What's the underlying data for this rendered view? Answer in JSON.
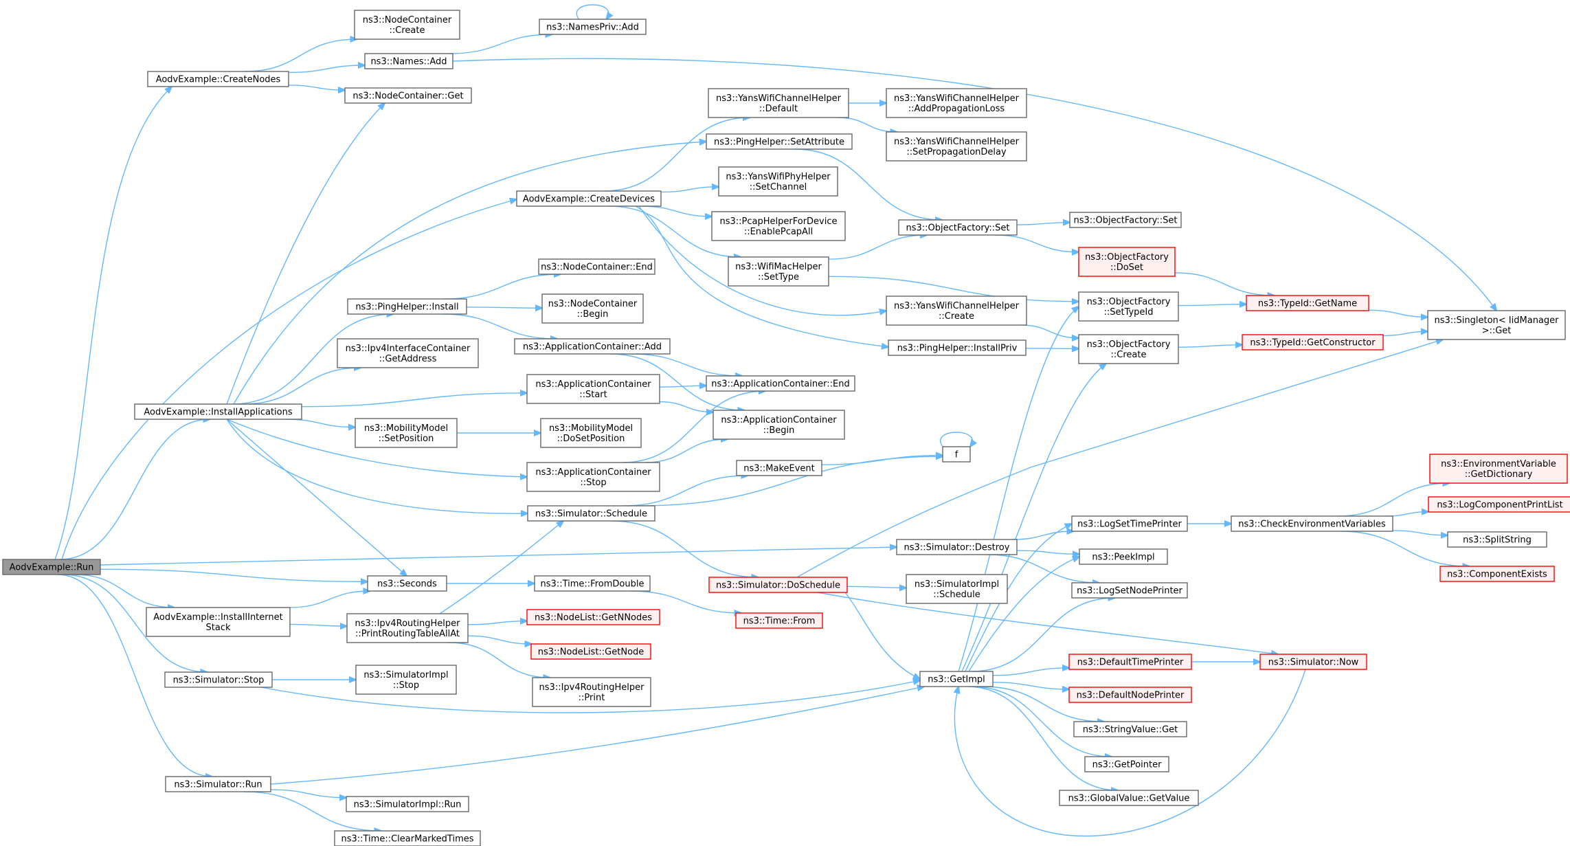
{
  "nodes": [
    {
      "id": "run",
      "lines": [
        "AodvExample::Run"
      ],
      "kind": "root"
    },
    {
      "id": "createNodes",
      "lines": [
        "AodvExample::CreateNodes"
      ]
    },
    {
      "id": "ncCreate",
      "lines": [
        "ns3::NodeContainer",
        "::Create"
      ]
    },
    {
      "id": "namesPriv",
      "lines": [
        "ns3::NamesPriv::Add"
      ]
    },
    {
      "id": "namesAdd",
      "lines": [
        "ns3::Names::Add"
      ]
    },
    {
      "id": "ncGet",
      "lines": [
        "ns3::NodeContainer::Get"
      ]
    },
    {
      "id": "ywchDefault",
      "lines": [
        "ns3::YansWifiChannelHelper",
        "::Default"
      ]
    },
    {
      "id": "ywchAddProp",
      "lines": [
        "ns3::YansWifiChannelHelper",
        "::AddPropagationLoss"
      ]
    },
    {
      "id": "ywchSetProp",
      "lines": [
        "ns3::YansWifiChannelHelper",
        "::SetPropagationDelay"
      ]
    },
    {
      "id": "pingSetAttr",
      "lines": [
        "ns3::PingHelper::SetAttribute"
      ]
    },
    {
      "id": "createDevices",
      "lines": [
        "AodvExample::CreateDevices"
      ]
    },
    {
      "id": "ywphSetChan",
      "lines": [
        "ns3::YansWifiPhyHelper",
        "::SetChannel"
      ]
    },
    {
      "id": "pcapEnable",
      "lines": [
        "ns3::PcapHelperForDevice",
        "::EnablePcapAll"
      ]
    },
    {
      "id": "wifiMacSetType",
      "lines": [
        "ns3::WifiMacHelper",
        "::SetType"
      ]
    },
    {
      "id": "ofSet",
      "lines": [
        "ns3::ObjectFactory::Set"
      ]
    },
    {
      "id": "ofSet2",
      "lines": [
        "ns3::ObjectFactory::Set"
      ]
    },
    {
      "id": "ofDoSet",
      "lines": [
        "ns3::ObjectFactory",
        "::DoSet"
      ],
      "kind": "ext"
    },
    {
      "id": "ncEnd",
      "lines": [
        "ns3::NodeContainer::End"
      ]
    },
    {
      "id": "ncBegin",
      "lines": [
        "ns3::NodeContainer",
        "::Begin"
      ]
    },
    {
      "id": "pingInstall",
      "lines": [
        "ns3::PingHelper::Install"
      ]
    },
    {
      "id": "ywchCreate",
      "lines": [
        "ns3::YansWifiChannelHelper",
        "::Create"
      ]
    },
    {
      "id": "ofSetTypeId",
      "lines": [
        "ns3::ObjectFactory",
        "::SetTypeId"
      ]
    },
    {
      "id": "typeIdGetName",
      "lines": [
        "ns3::TypeId::GetName"
      ],
      "kind": "ext"
    },
    {
      "id": "singletonGet",
      "lines": [
        "ns3::Singleton< IidManager",
        ">::Get"
      ]
    },
    {
      "id": "ipv4IfcGetAddr",
      "lines": [
        "ns3::Ipv4InterfaceContainer",
        "::GetAddress"
      ]
    },
    {
      "id": "appContAdd",
      "lines": [
        "ns3::ApplicationContainer::Add"
      ]
    },
    {
      "id": "pingInstallPriv",
      "lines": [
        "ns3::PingHelper::InstallPriv"
      ]
    },
    {
      "id": "ofCreate",
      "lines": [
        "ns3::ObjectFactory",
        "::Create"
      ]
    },
    {
      "id": "typeIdGetCtor",
      "lines": [
        "ns3::TypeId::GetConstructor"
      ],
      "kind": "ext"
    },
    {
      "id": "appContStart",
      "lines": [
        "ns3::ApplicationContainer",
        "::Start"
      ]
    },
    {
      "id": "appContEnd",
      "lines": [
        "ns3::ApplicationContainer::End"
      ]
    },
    {
      "id": "installApps",
      "lines": [
        "AodvExample::InstallApplications"
      ]
    },
    {
      "id": "mmSetPos",
      "lines": [
        "ns3::MobilityModel",
        "::SetPosition"
      ]
    },
    {
      "id": "mmDoSetPos",
      "lines": [
        "ns3::MobilityModel",
        "::DoSetPosition"
      ]
    },
    {
      "id": "appContBegin",
      "lines": [
        "ns3::ApplicationContainer",
        "::Begin"
      ]
    },
    {
      "id": "appContStop",
      "lines": [
        "ns3::ApplicationContainer",
        "::Stop"
      ]
    },
    {
      "id": "makeEvent",
      "lines": [
        "ns3::MakeEvent"
      ]
    },
    {
      "id": "f",
      "lines": [
        "f"
      ]
    },
    {
      "id": "envGetDict",
      "lines": [
        "ns3::EnvironmentVariable",
        "::GetDictionary"
      ],
      "kind": "ext"
    },
    {
      "id": "logCompPrintList",
      "lines": [
        "ns3::LogComponentPrintList"
      ],
      "kind": "ext"
    },
    {
      "id": "simSchedule",
      "lines": [
        "ns3::Simulator::Schedule"
      ]
    },
    {
      "id": "logSetTimePrinter",
      "lines": [
        "ns3::LogSetTimePrinter"
      ]
    },
    {
      "id": "checkEnv",
      "lines": [
        "ns3::CheckEnvironmentVariables"
      ]
    },
    {
      "id": "splitString",
      "lines": [
        "ns3::SplitString"
      ]
    },
    {
      "id": "simDestroy",
      "lines": [
        "ns3::Simulator::Destroy"
      ]
    },
    {
      "id": "peekImpl",
      "lines": [
        "ns3::PeekImpl"
      ]
    },
    {
      "id": "compExists",
      "lines": [
        "ns3::ComponentExists"
      ],
      "kind": "ext"
    },
    {
      "id": "seconds",
      "lines": [
        "ns3::Seconds"
      ]
    },
    {
      "id": "timeFromDouble",
      "lines": [
        "ns3::Time::FromDouble"
      ]
    },
    {
      "id": "simDoSchedule",
      "lines": [
        "ns3::Simulator::DoSchedule"
      ],
      "kind": "ext"
    },
    {
      "id": "simImplSchedule",
      "lines": [
        "ns3::SimulatorImpl",
        "::Schedule"
      ]
    },
    {
      "id": "logSetNodePrinter",
      "lines": [
        "ns3::LogSetNodePrinter"
      ]
    },
    {
      "id": "installInternet",
      "lines": [
        "AodvExample::InstallInternet",
        "Stack"
      ]
    },
    {
      "id": "ipv4RhPrintAll",
      "lines": [
        "ns3::Ipv4RoutingHelper",
        "::PrintRoutingTableAllAt"
      ]
    },
    {
      "id": "nodeListGetN",
      "lines": [
        "ns3::NodeList::GetNNodes"
      ],
      "kind": "ext"
    },
    {
      "id": "timeFrom",
      "lines": [
        "ns3::Time::From"
      ],
      "kind": "ext"
    },
    {
      "id": "nodeListGetNode",
      "lines": [
        "ns3::NodeList::GetNode"
      ],
      "kind": "ext"
    },
    {
      "id": "simStop",
      "lines": [
        "ns3::Simulator::Stop"
      ]
    },
    {
      "id": "simImplStop",
      "lines": [
        "ns3::SimulatorImpl",
        "::Stop"
      ]
    },
    {
      "id": "getImpl",
      "lines": [
        "ns3::GetImpl"
      ]
    },
    {
      "id": "defTimePrinter",
      "lines": [
        "ns3::DefaultTimePrinter"
      ],
      "kind": "ext"
    },
    {
      "id": "simNow",
      "lines": [
        "ns3::Simulator::Now"
      ],
      "kind": "ext"
    },
    {
      "id": "ipv4RhPrint",
      "lines": [
        "ns3::Ipv4RoutingHelper",
        "::Print"
      ]
    },
    {
      "id": "defNodePrinter",
      "lines": [
        "ns3::DefaultNodePrinter"
      ],
      "kind": "ext"
    },
    {
      "id": "stringValueGet",
      "lines": [
        "ns3::StringValue::Get"
      ]
    },
    {
      "id": "getPointer",
      "lines": [
        "ns3::GetPointer"
      ]
    },
    {
      "id": "simRun",
      "lines": [
        "ns3::Simulator::Run"
      ]
    },
    {
      "id": "globalValueGet",
      "lines": [
        "ns3::GlobalValue::GetValue"
      ]
    },
    {
      "id": "simImplRun",
      "lines": [
        "ns3::SimulatorImpl::Run"
      ]
    },
    {
      "id": "timeClearMarked",
      "lines": [
        "ns3::Time::ClearMarkedTimes"
      ]
    }
  ],
  "edges": [
    [
      "run",
      "createNodes"
    ],
    [
      "run",
      "createDevices"
    ],
    [
      "run",
      "installApps"
    ],
    [
      "run",
      "installInternet"
    ],
    [
      "run",
      "seconds"
    ],
    [
      "run",
      "simStop"
    ],
    [
      "run",
      "simRun"
    ],
    [
      "run",
      "simDestroy"
    ],
    [
      "createNodes",
      "ncCreate"
    ],
    [
      "createNodes",
      "namesAdd"
    ],
    [
      "createNodes",
      "ncGet"
    ],
    [
      "namesAdd",
      "namesPriv"
    ],
    [
      "namesAdd",
      "singletonGet"
    ],
    [
      "namesPriv",
      "namesPriv"
    ],
    [
      "createDevices",
      "ywchDefault"
    ],
    [
      "createDevices",
      "ywphSetChan"
    ],
    [
      "createDevices",
      "pcapEnable"
    ],
    [
      "createDevices",
      "wifiMacSetType"
    ],
    [
      "createDevices",
      "ywchCreate"
    ],
    [
      "createDevices",
      "pingInstallPriv"
    ],
    [
      "ywchDefault",
      "ywchAddProp"
    ],
    [
      "ywchDefault",
      "ywchSetProp"
    ],
    [
      "pingSetAttr",
      "ofSet"
    ],
    [
      "wifiMacSetType",
      "ofSet"
    ],
    [
      "wifiMacSetType",
      "ofSetTypeId"
    ],
    [
      "ofSet",
      "ofSet2"
    ],
    [
      "ofSet",
      "ofDoSet"
    ],
    [
      "ofDoSet",
      "typeIdGetName"
    ],
    [
      "ofSetTypeId",
      "typeIdGetName"
    ],
    [
      "typeIdGetName",
      "singletonGet"
    ],
    [
      "ywchCreate",
      "ofCreate"
    ],
    [
      "pingInstallPriv",
      "ofCreate"
    ],
    [
      "ofCreate",
      "typeIdGetCtor"
    ],
    [
      "typeIdGetCtor",
      "singletonGet"
    ],
    [
      "installApps",
      "ncGet"
    ],
    [
      "installApps",
      "pingSetAttr"
    ],
    [
      "installApps",
      "pingInstall"
    ],
    [
      "installApps",
      "ipv4IfcGetAddr"
    ],
    [
      "installApps",
      "appContStart"
    ],
    [
      "installApps",
      "mmSetPos"
    ],
    [
      "installApps",
      "appContStop"
    ],
    [
      "installApps",
      "simSchedule"
    ],
    [
      "installApps",
      "seconds"
    ],
    [
      "pingInstall",
      "ncEnd"
    ],
    [
      "pingInstall",
      "ncBegin"
    ],
    [
      "pingInstall",
      "appContAdd"
    ],
    [
      "appContAdd",
      "appContEnd"
    ],
    [
      "appContAdd",
      "appContBegin"
    ],
    [
      "appContStart",
      "appContEnd"
    ],
    [
      "appContStart",
      "appContBegin"
    ],
    [
      "appContStop",
      "appContEnd"
    ],
    [
      "appContStop",
      "appContBegin"
    ],
    [
      "mmSetPos",
      "mmDoSetPos"
    ],
    [
      "simSchedule",
      "makeEvent"
    ],
    [
      "simSchedule",
      "f"
    ],
    [
      "simSchedule",
      "simDoSchedule"
    ],
    [
      "makeEvent",
      "f"
    ],
    [
      "f",
      "f"
    ],
    [
      "simDoSchedule",
      "singletonGet"
    ],
    [
      "simDoSchedule",
      "simImplSchedule"
    ],
    [
      "simDoSchedule",
      "getImpl"
    ],
    [
      "simDoSchedule",
      "simNow"
    ],
    [
      "simDestroy",
      "logSetTimePrinter"
    ],
    [
      "simDestroy",
      "peekImpl"
    ],
    [
      "simDestroy",
      "logSetNodePrinter"
    ],
    [
      "logSetTimePrinter",
      "checkEnv"
    ],
    [
      "checkEnv",
      "envGetDict"
    ],
    [
      "checkEnv",
      "logCompPrintList"
    ],
    [
      "checkEnv",
      "splitString"
    ],
    [
      "checkEnv",
      "compExists"
    ],
    [
      "seconds",
      "timeFromDouble"
    ],
    [
      "timeFromDouble",
      "timeFrom"
    ],
    [
      "installInternet",
      "seconds"
    ],
    [
      "installInternet",
      "ipv4RhPrintAll"
    ],
    [
      "ipv4RhPrintAll",
      "simSchedule"
    ],
    [
      "ipv4RhPrintAll",
      "nodeListGetN"
    ],
    [
      "ipv4RhPrintAll",
      "nodeListGetNode"
    ],
    [
      "ipv4RhPrintAll",
      "ipv4RhPrint"
    ],
    [
      "simStop",
      "simImplStop"
    ],
    [
      "simStop",
      "getImpl"
    ],
    [
      "simRun",
      "getImpl"
    ],
    [
      "simRun",
      "simImplRun"
    ],
    [
      "simRun",
      "timeClearMarked"
    ],
    [
      "getImpl",
      "ofSetTypeId"
    ],
    [
      "getImpl",
      "ofCreate"
    ],
    [
      "getImpl",
      "logSetTimePrinter"
    ],
    [
      "getImpl",
      "peekImpl"
    ],
    [
      "getImpl",
      "logSetNodePrinter"
    ],
    [
      "getImpl",
      "defTimePrinter"
    ],
    [
      "getImpl",
      "defNodePrinter"
    ],
    [
      "getImpl",
      "stringValueGet"
    ],
    [
      "getImpl",
      "getPointer"
    ],
    [
      "getImpl",
      "globalValueGet"
    ],
    [
      "defTimePrinter",
      "simNow"
    ],
    [
      "simNow",
      "getImpl"
    ]
  ]
}
